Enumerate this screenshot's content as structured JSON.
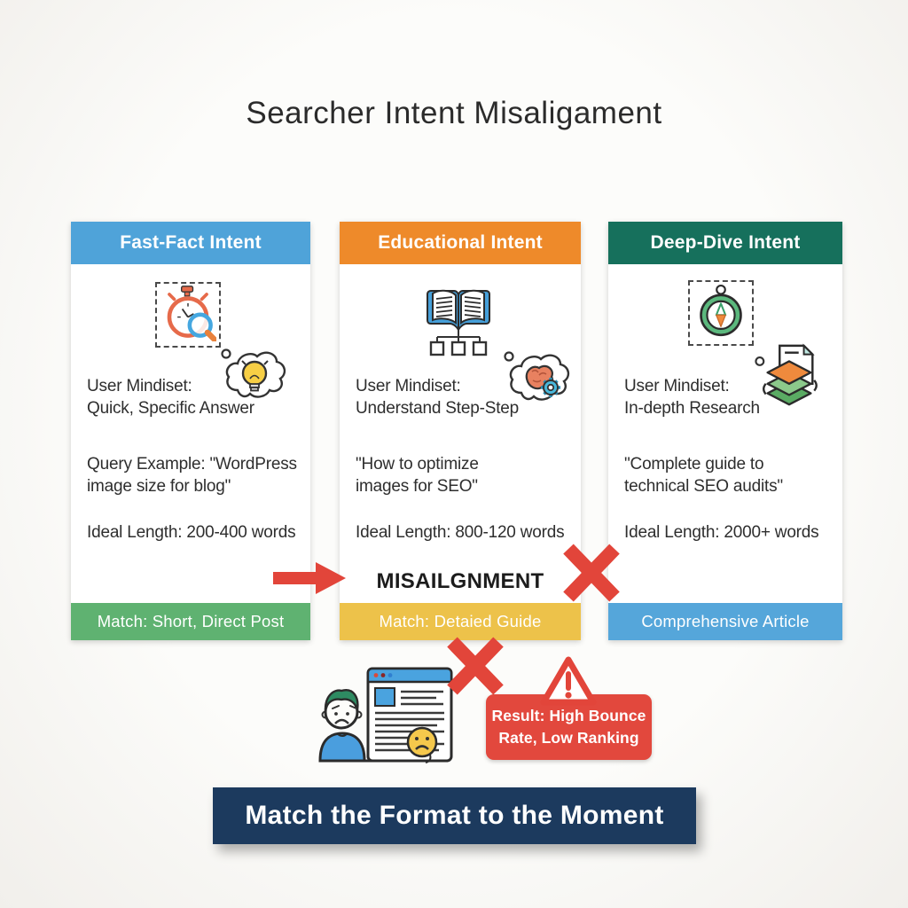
{
  "title": "Searcher Intent Misaligament",
  "cards": [
    {
      "header": "Fast-Fact Intent",
      "mindset1": "User Mindiset:",
      "mindset2": "Quick, Specific Answer",
      "query1": "Query Example: \"WordPress",
      "query2": "image size for blog\"",
      "length": "Ideal Length: 200-400 words",
      "footer": "Match: Short, Direct Post",
      "icons": [
        "stopwatch-magnifier-icon",
        "thought-bubble-lightbulb-icon"
      ]
    },
    {
      "header": "Educational Intent",
      "mindset1": "User Mindiset:",
      "mindset2": "Understand Step-Step",
      "query1": "\"How to optimize",
      "query2": "images for SEO\"",
      "length": "Ideal Length: 800-120 words",
      "footer": "Match: Detaied Guide",
      "misalignment": "MISAILGNMENT",
      "icons": [
        "open-book-flowchart-icon",
        "thought-bubble-brain-gear-icon"
      ]
    },
    {
      "header": "Deep-Dive Intent",
      "mindset1": "User Mindiset:",
      "mindset2": "In-depth Research",
      "query1": "\"Complete guide to",
      "query2": "technical SEO audits\"",
      "length": "Ideal Length: 2000+ words",
      "footer": "Comprehensive Article",
      "icons": [
        "compass-icon",
        "layered-documents-icon"
      ]
    }
  ],
  "result_box": {
    "line1": "Result: High Bounce",
    "line2": "Rate, Low Ranking"
  },
  "banner": "Match the Format to the Moment",
  "colors": {
    "header_blue": "#4fa3d9",
    "header_orange": "#ee8a2a",
    "header_teal": "#16705c",
    "footer_green": "#5fb271",
    "footer_yellow": "#edc24a",
    "footer_blue": "#55a6da",
    "alert_red": "#e2453a",
    "banner_navy": "#1c3a5e"
  }
}
